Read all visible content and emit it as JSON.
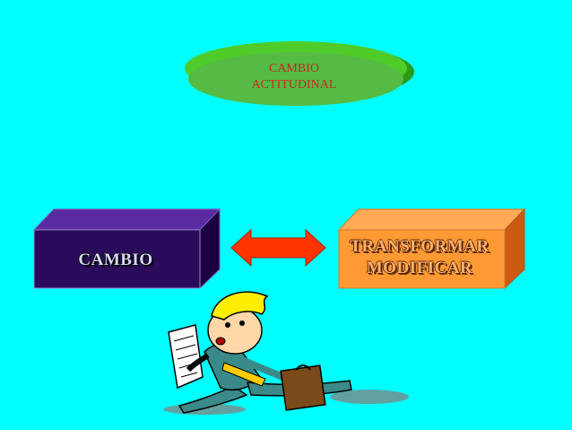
{
  "oval": {
    "line1": "CAMBIO",
    "line2": "ACTITUDINAL"
  },
  "left_box": {
    "label": "CAMBIO"
  },
  "right_box": {
    "line1": "TRANSFORMAR",
    "line2": "MODIFICAR"
  },
  "colors": {
    "background": "#00ffff",
    "oval": "#55cc33",
    "left_box": "#2a0a5a",
    "right_box": "#ff9933",
    "arrow": "#ff3300"
  },
  "icons": [
    "double-arrow-icon",
    "running-man-clipart"
  ]
}
